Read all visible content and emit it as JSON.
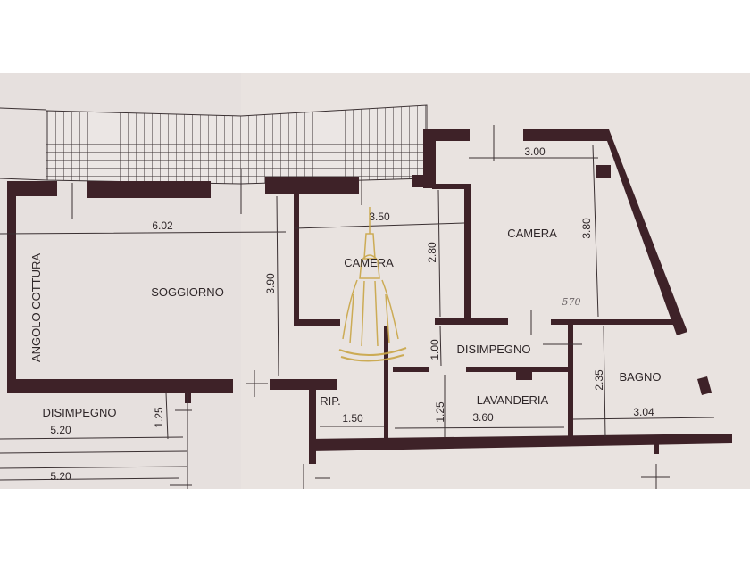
{
  "rooms": {
    "soggiorno": "SOGGIORNO",
    "angolo_cottura": "ANGOLO COTTURA",
    "camera_1": "CAMERA",
    "camera_2": "CAMERA",
    "disimpegno_center": "DISIMPEGNO",
    "bagno": "BAGNO",
    "lavanderia": "LAVANDERIA",
    "ripostiglio": "RIP.",
    "disimpegno_left": "DISIMPEGNO"
  },
  "dimensions": {
    "soggiorno_width": "6.02",
    "soggiorno_depth": "3.90",
    "camera1_width": "3.50",
    "camera1_depth": "2.80",
    "camera2_width": "3.00",
    "camera2_depth": "3.80",
    "disimpegno_depth": "1.00",
    "bagno_depth": "2.35",
    "bagno_width": "3.04",
    "lavanderia_width": "3.60",
    "lavanderia_depth": "1.25",
    "rip_width": "1.50",
    "disimpegno_left_depth": "1.25",
    "corridor_width_1": "5.20",
    "corridor_width_2": "5.20"
  },
  "handwritten_note": "570",
  "watermark": "Mole Antonelliana logo",
  "colors": {
    "paper": "#e9e3e0",
    "wall": "#3e2228",
    "watermark": "#c9a646"
  }
}
